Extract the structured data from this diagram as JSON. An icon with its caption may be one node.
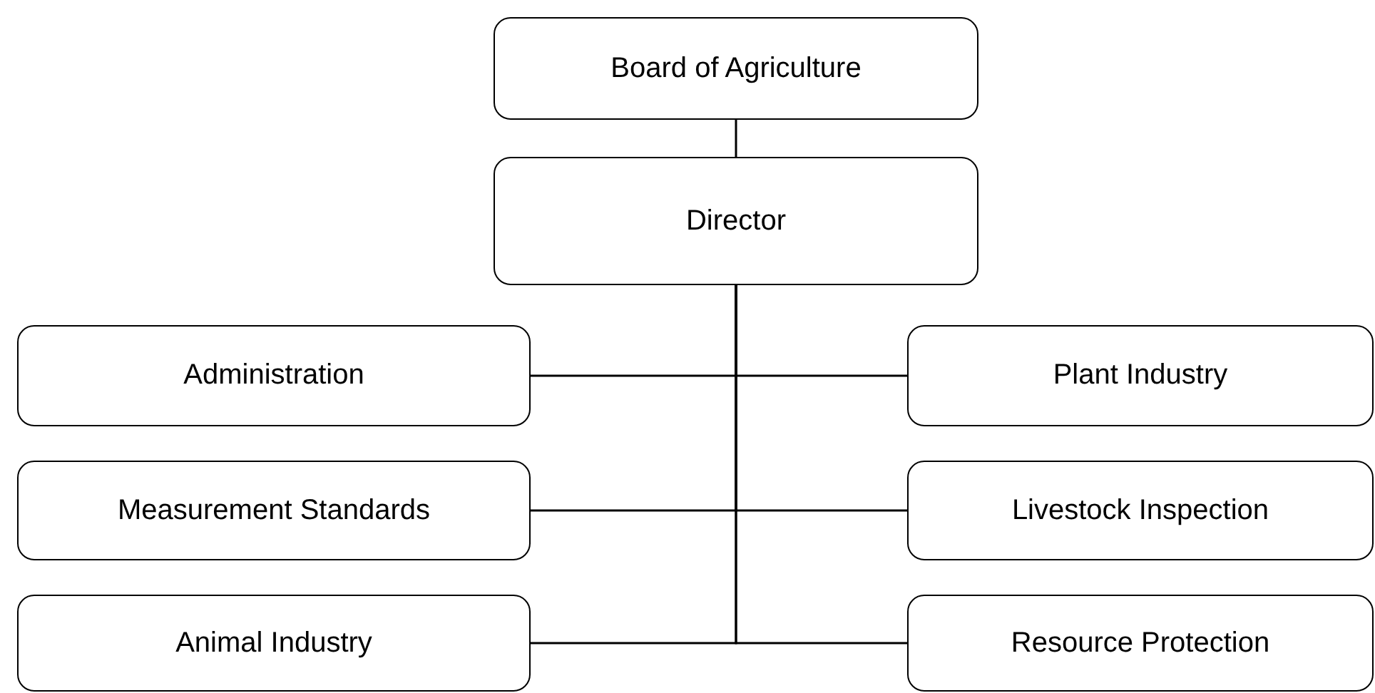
{
  "diagram": {
    "nodes": [
      {
        "text": [
          "Board of Agriculture"
        ]
      },
      {
        "text": [
          "Director"
        ]
      },
      {
        "text": [
          "Administration"
        ]
      },
      {
        "text": [
          "Plant Industry"
        ]
      },
      {
        "text": [
          "Measurement Standards"
        ]
      },
      {
        "text": [
          "Livestock Inspection"
        ]
      },
      {
        "text": [
          "Animal Industry"
        ]
      },
      {
        "text": [
          "Resource Protection"
        ]
      }
    ],
    "edges": [
      {
        "from": 0,
        "to": 1,
        "arrow": "none"
      },
      {
        "from": 1,
        "to": 2,
        "arrow": "none"
      },
      {
        "from": 1,
        "to": 3,
        "arrow": "none"
      },
      {
        "from": 1,
        "to": 4,
        "arrow": "none"
      },
      {
        "from": 1,
        "to": 5,
        "arrow": "none"
      },
      {
        "from": 1,
        "to": 6,
        "arrow": "none"
      },
      {
        "from": 1,
        "to": 7,
        "arrow": "none"
      }
    ]
  }
}
